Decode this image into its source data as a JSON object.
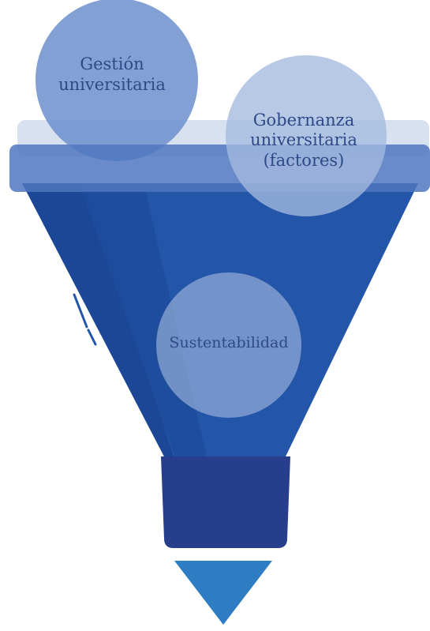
{
  "diagram": {
    "type": "funnel",
    "inputs": [
      {
        "id": "gestion",
        "label": "Gestión\nuniversitaria"
      },
      {
        "id": "gobernanza",
        "label": "Gobernanza\nuniversitaria\n(factores)"
      }
    ],
    "center": {
      "id": "sustentabilidad",
      "label": "Sustentabilidad"
    }
  },
  "colors": {
    "funnel_body": "#2355a8",
    "funnel_shade": "#1b4694",
    "funnel_spout": "#263e8c",
    "funnel_rim": "#5a83c6",
    "rim_back": "#d7e1f0",
    "bubble_fill": "#a4badf",
    "label_text": "#2e4a86",
    "output_arrow": "#2e7cc1"
  }
}
